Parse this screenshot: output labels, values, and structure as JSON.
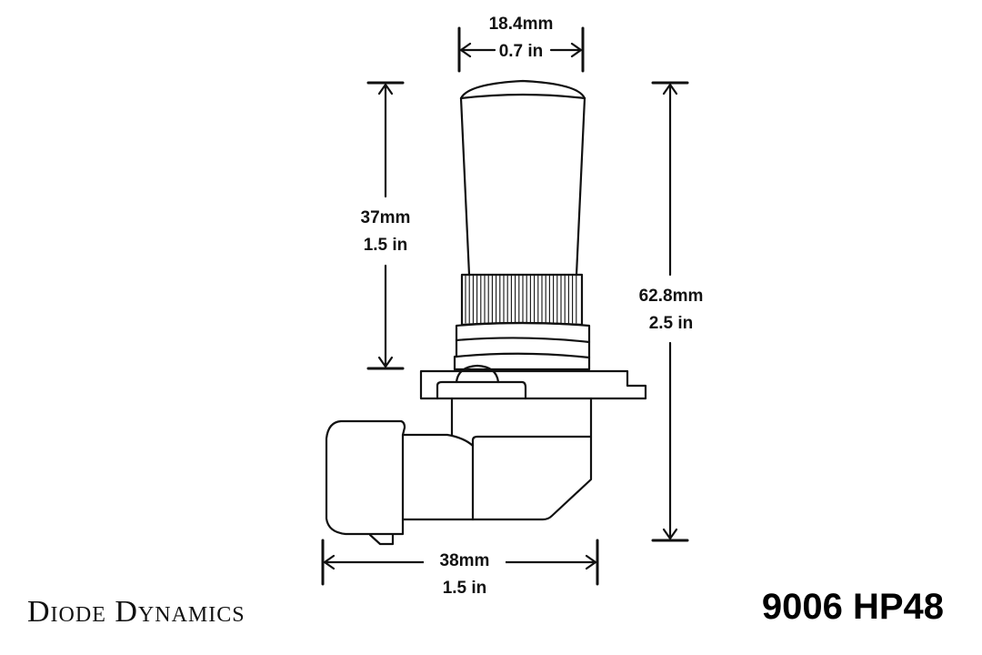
{
  "brand": {
    "name": "Diode Dynamics"
  },
  "product": {
    "model": "9006 HP48"
  },
  "dimensions": {
    "glass_width": {
      "metric": "18.4mm",
      "imperial": "0.7 in"
    },
    "glass_height": {
      "metric": "37mm",
      "imperial": "1.5 in"
    },
    "overall_height": {
      "metric": "62.8mm",
      "imperial": "2.5 in"
    },
    "overall_width": {
      "metric": "38mm",
      "imperial": "1.5 in"
    }
  },
  "colors": {
    "line": "#111111",
    "background": "#ffffff"
  }
}
